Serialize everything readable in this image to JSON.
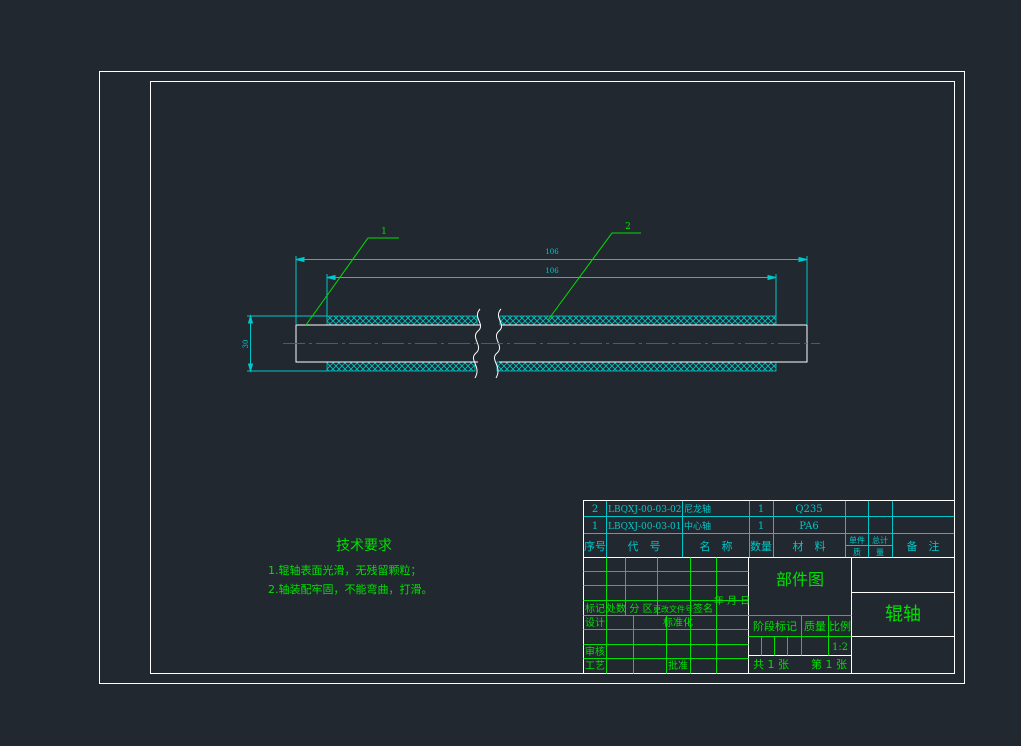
{
  "balloons": {
    "b1": "1",
    "b2": "2"
  },
  "dimensions": {
    "overall": "106",
    "inner": "106",
    "diameter": "30"
  },
  "tech": {
    "title": "技术要求",
    "items": [
      "1.辊轴表面光滑，无残留颗粒；",
      "2.轴装配牢固，不能弯曲，打滑。"
    ]
  },
  "bom": {
    "rows": [
      {
        "no": "2",
        "code": "LBQXJ-00-03-02",
        "name": "尼龙轴",
        "qty": "1",
        "material": "Q235"
      },
      {
        "no": "1",
        "code": "LBQXJ-00-03-01",
        "name": "中心轴",
        "qty": "1",
        "material": "PA6"
      }
    ],
    "header": {
      "no": "序号",
      "code": "代　号",
      "name": "名　称",
      "qty": "数量",
      "material": "材　料",
      "unit_a": "单件",
      "unit_b": "质",
      "total_a": "总计",
      "total_b": "量",
      "remark": "备　注"
    }
  },
  "title_block": {
    "type": "部件图",
    "name": "辊轴",
    "rev_labels": [
      "标记",
      "处数",
      "分 区",
      "更改文件号",
      "签名",
      "年 月 日"
    ],
    "labels": {
      "design": "设计",
      "standard": "标准化",
      "check": "审核",
      "process": "工艺",
      "approve": "批准",
      "stage": "阶段标记",
      "mass": "质量",
      "scale": "比例"
    },
    "scale": "1:2",
    "sheets_total": "共 1 张",
    "sheet_no": "第 1 张"
  }
}
